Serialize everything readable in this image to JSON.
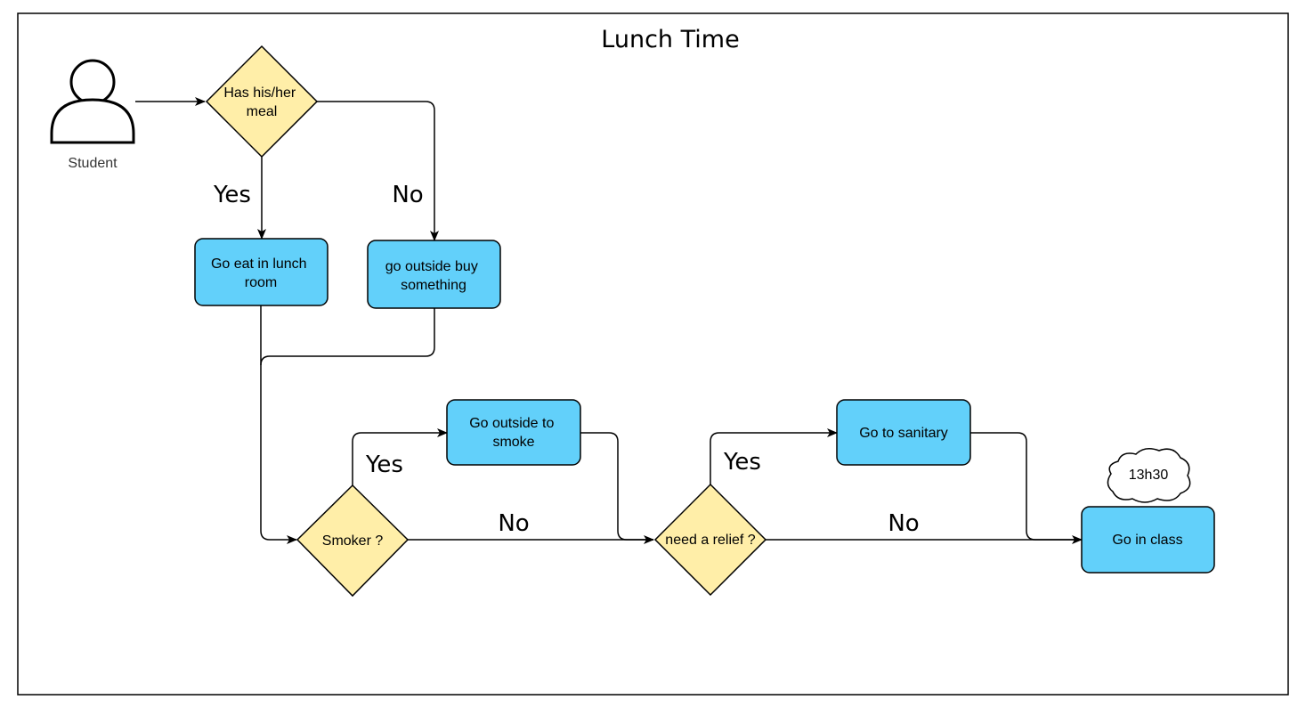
{
  "title": "Lunch Time",
  "actor": {
    "label": "Student"
  },
  "nodes": {
    "has_meal": {
      "lines": [
        "Has his/her",
        "meal"
      ]
    },
    "eat_lunch_room": {
      "lines": [
        "Go eat in lunch",
        "room"
      ]
    },
    "buy_something": {
      "lines": [
        "go outside buy",
        "something"
      ]
    },
    "smoker": {
      "lines": [
        "Smoker ?"
      ]
    },
    "go_smoke": {
      "lines": [
        "Go outside to",
        "smoke"
      ]
    },
    "need_relief": {
      "lines": [
        "need a relief ?"
      ]
    },
    "sanitary": {
      "lines": [
        "Go to sanitary"
      ]
    },
    "in_class": {
      "lines": [
        "Go in class"
      ]
    }
  },
  "cloud": {
    "label": "13h30"
  },
  "edge_labels": {
    "meal_yes": "Yes",
    "meal_no": "No",
    "smoker_yes": "Yes",
    "smoker_no": "No",
    "relief_yes": "Yes",
    "relief_no": "No"
  },
  "colors": {
    "decision_fill": "#FFEEA8",
    "process_fill": "#62D0FA",
    "stroke": "#000000",
    "frame": "#000000"
  }
}
